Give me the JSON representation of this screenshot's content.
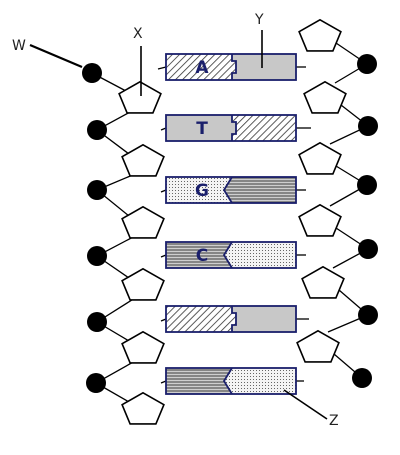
{
  "labels": {
    "W": "W",
    "X": "X",
    "Y": "Y",
    "Z": "Z"
  },
  "base_pairs": [
    {
      "left": "A",
      "right": "",
      "left_pattern": "diag",
      "right_pattern": "grey",
      "join": "notch"
    },
    {
      "left": "T",
      "right": "",
      "left_pattern": "grey",
      "right_pattern": "diag",
      "join": "notch"
    },
    {
      "left": "G",
      "right": "",
      "left_pattern": "dots",
      "right_pattern": "lines",
      "join": "arrow"
    },
    {
      "left": "C",
      "right": "",
      "left_pattern": "lines",
      "right_pattern": "dots",
      "join": "arrow"
    },
    {
      "left": "",
      "right": "",
      "left_pattern": "diag",
      "right_pattern": "grey",
      "join": "notch"
    },
    {
      "left": "",
      "right": "",
      "left_pattern": "lines",
      "right_pattern": "dots",
      "join": "arrow"
    }
  ],
  "colors": {
    "outline": "#1a1f6b",
    "grey_fill": "#c8c8c8",
    "stripe": "#555555"
  }
}
